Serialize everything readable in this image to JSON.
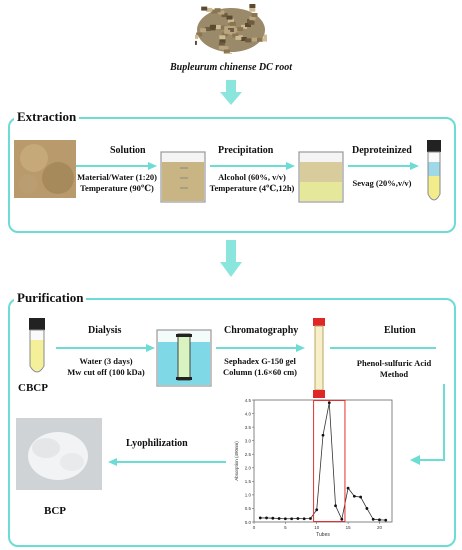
{
  "source": {
    "caption": "Bupleurum chinense DC root"
  },
  "extraction": {
    "title": "Extraction",
    "solution_label": "Solution",
    "solution_detail_1": "Material/Water (1:20)",
    "solution_detail_2": "Temperature (90℃)",
    "precipitation_label": "Precipitation",
    "precipitation_detail_1": "Alcohol (60%, v/v)",
    "precipitation_detail_2": "Temperature (4℃,12h)",
    "deproteinized_label": "Deproteinized",
    "deproteinized_detail": "Sevag (20%,v/v)"
  },
  "purification": {
    "title": "Purification",
    "dialysis_label": "Dialysis",
    "dialysis_detail_1": "Water (3 days)",
    "dialysis_detail_2": "Mw cut off (100 kDa)",
    "chromatography_label": "Chromatography",
    "chromatography_detail_1": "Sephadex G-150 gel",
    "chromatography_detail_2": "Column (1.6×60 cm)",
    "elution_label": "Elution",
    "elution_detail_1": "Phenol-sulfuric Acid",
    "elution_detail_2": "Method",
    "crude_label": "CBCP",
    "lyophilization_label": "Lyophilization",
    "product_label": "BCP"
  },
  "chart_data": {
    "type": "line",
    "xlabel": "Tubes",
    "ylabel": "Absorption (490nm)",
    "xlim": [
      0,
      22
    ],
    "ylim": [
      0,
      4.5
    ],
    "x_ticks": [
      0,
      5,
      10,
      15,
      20
    ],
    "y_ticks": [
      0.0,
      0.5,
      1.0,
      1.5,
      2.0,
      2.5,
      3.0,
      3.5,
      4.0,
      4.5
    ],
    "series": [
      {
        "x": [
          1,
          2,
          3,
          4,
          5,
          6,
          7,
          8,
          9,
          10,
          11,
          12,
          13,
          14,
          15,
          16,
          17,
          18,
          19,
          20,
          21
        ],
        "y": [
          0.15,
          0.15,
          0.14,
          0.13,
          0.12,
          0.12,
          0.13,
          0.12,
          0.13,
          0.45,
          3.2,
          4.4,
          0.6,
          0.1,
          1.25,
          0.95,
          0.92,
          0.5,
          0.1,
          0.08,
          0.07
        ]
      }
    ],
    "highlight_box": {
      "x": [
        9.5,
        14.5
      ]
    },
    "grid": false
  },
  "colors": {
    "accent": "#6cdcd4",
    "highlight": "#e33030"
  }
}
